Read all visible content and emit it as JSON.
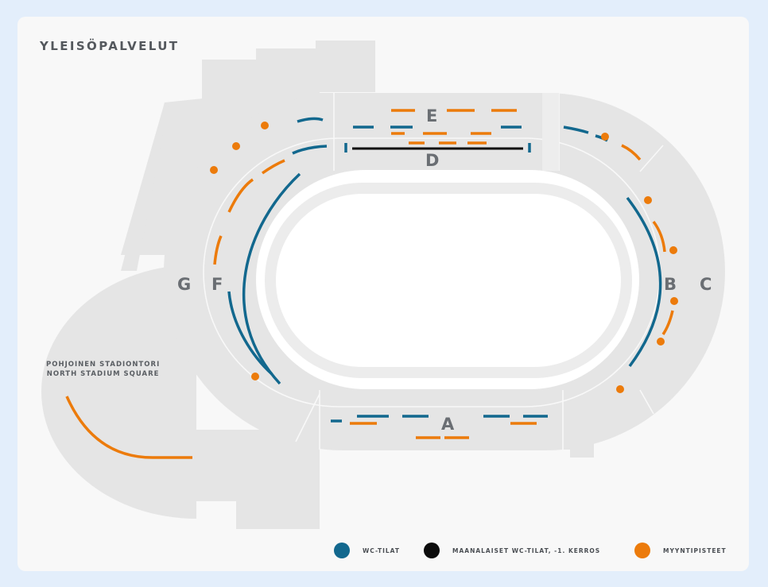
{
  "title": "YLEISÖPALVELUT",
  "square": {
    "line1": "POHJOINEN STADIONTORI",
    "line2": "NORTH STADIUM SQUARE"
  },
  "sections": [
    "A",
    "B",
    "C",
    "D",
    "E",
    "F",
    "G"
  ],
  "legend": [
    {
      "label": "WC-TILAT",
      "color": "#12688e"
    },
    {
      "label": "MAANALAISET WC-TILAT, -1. KERROS",
      "color": "#0c0c0c"
    },
    {
      "label": "MYYNTIPISTEET",
      "color": "#ec7b0b"
    }
  ],
  "colors": {
    "background": "#e3eefb",
    "card": "#f8f8f8",
    "building": "#e5e5e5",
    "wc": "#12688e",
    "underground_wc": "#0c0c0c",
    "sales_point": "#ec7b0b"
  }
}
